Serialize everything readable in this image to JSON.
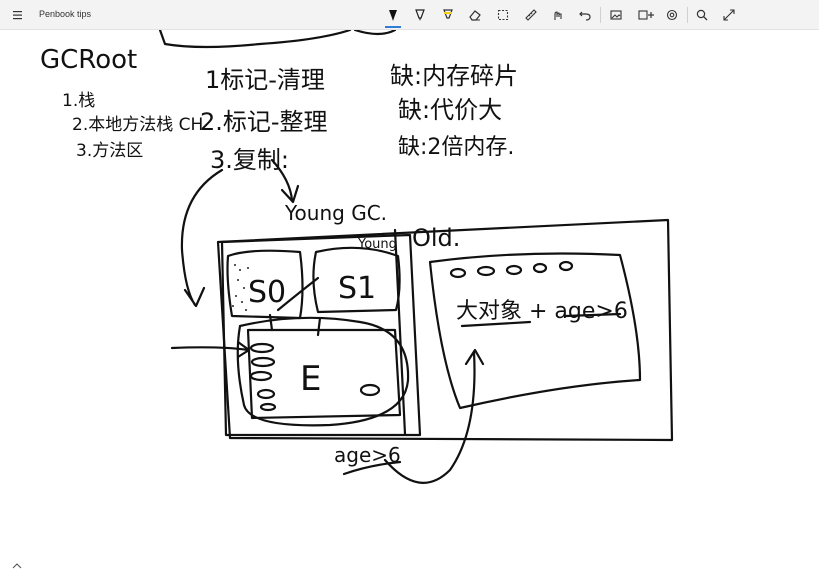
{
  "app": {
    "title": "Penbook tips"
  },
  "toolbar": {
    "tools": [
      {
        "name": "pen-black",
        "icon": "pen-icon",
        "color": "#111111",
        "active": true
      },
      {
        "name": "pen-dark",
        "icon": "pen-icon",
        "color": "#222222",
        "active": false
      },
      {
        "name": "highlighter",
        "icon": "highlighter-icon",
        "color": "#f5d01b",
        "active": false
      },
      {
        "name": "eraser",
        "icon": "eraser-icon",
        "active": false
      },
      {
        "name": "lasso",
        "icon": "lasso-select-icon",
        "active": false
      },
      {
        "name": "ruler",
        "icon": "ruler-icon",
        "active": false
      },
      {
        "name": "undo-alt",
        "icon": "touch-writing-icon",
        "active": false
      },
      {
        "name": "undo",
        "icon": "undo-icon",
        "active": false
      },
      {
        "name": "image",
        "icon": "image-icon",
        "active": false
      },
      {
        "name": "add-page",
        "icon": "add-page-icon",
        "active": false
      },
      {
        "name": "settings",
        "icon": "gear-icon",
        "active": false
      },
      {
        "name": "zoom",
        "icon": "search-icon",
        "active": false
      },
      {
        "name": "fullscreen",
        "icon": "expand-icon",
        "active": false
      }
    ]
  },
  "note": {
    "gcroot": "GCRoot",
    "roots": [
      "1.栈",
      "2.本地方法栈 CH",
      "3.方法区"
    ],
    "algorithms": [
      "1标记-清理",
      "2.标记-整理",
      "3.复制:"
    ],
    "drawbacks": [
      "缺:内存碎片",
      "缺:代价大",
      "缺:2倍内存."
    ],
    "young_gc": "Young GC.",
    "young": "Young",
    "old": "Old.",
    "s0": "S0",
    "s1": "S1",
    "eden": "E",
    "big_object": "大对象 + age>6",
    "age": "age>6"
  }
}
